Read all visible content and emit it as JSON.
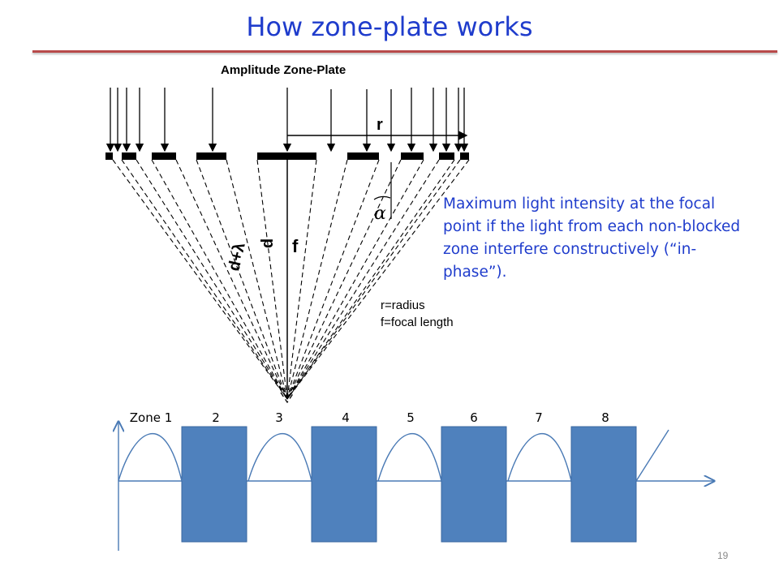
{
  "slide": {
    "title": "How zone-plate works",
    "page_number": "19"
  },
  "figure": {
    "title": "Amplitude Zone-Plate",
    "label_r": "r",
    "label_f": "f",
    "label_d": "d",
    "label_d_lambda": "d+λ",
    "label_alpha": "α",
    "legend_radius": "r=radius",
    "legend_focal": "f=focal length"
  },
  "note": {
    "text": "Maximum light intensity at the focal point if the light from each non-blocked zone interfere constructively (“in-phase”)."
  },
  "zones": {
    "labels": [
      "Zone 1",
      "2",
      "3",
      "4",
      "5",
      "6",
      "7",
      "8"
    ],
    "colors": {
      "block": "#4f81bd",
      "axis": "#4a7ab5",
      "wave": "#4a7ab5"
    }
  }
}
